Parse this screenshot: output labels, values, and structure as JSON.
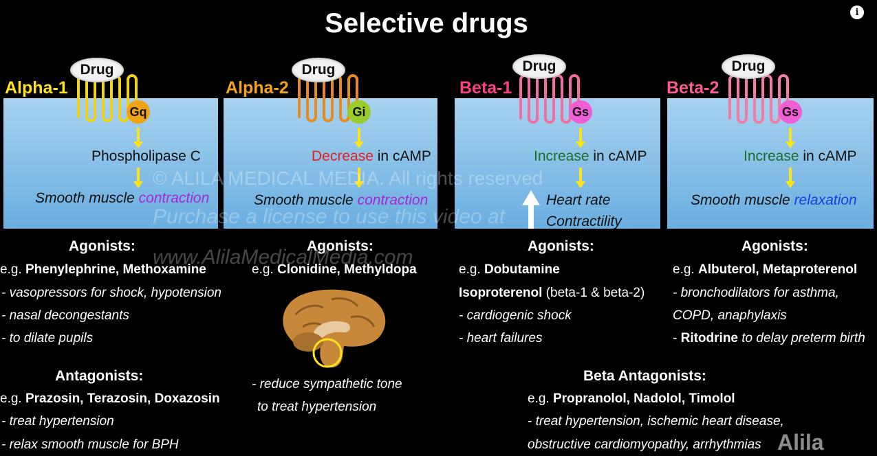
{
  "title": "Selective drugs",
  "watermark": {
    "line1": "© ALILA MEDICAL MEDIA. All rights reserved",
    "line2": "Purchase a license to use this video at",
    "line3": "www.AlilaMedicalMedia.com",
    "brand": "Alila"
  },
  "receptors": [
    {
      "label": "Alpha-1",
      "drug": "Drug",
      "gprotein": "Gq",
      "step1": "Phospholipase C",
      "step2a": "Smooth muscle ",
      "step2b": "contraction",
      "label_color": "#ffe21a",
      "coil_color": "#f0d21c",
      "g_color": "#f1a316"
    },
    {
      "label": "Alpha-2",
      "drug": "Drug",
      "gprotein": "Gi",
      "step1a": "Decrease",
      "step1b": " in cAMP",
      "step2a": "Smooth muscle ",
      "step2b": "contraction",
      "label_color": "#f7a21c",
      "coil_color": "#e98b1b",
      "g_color": "#9ccb2c"
    },
    {
      "label": "Beta-1",
      "drug": "Drug",
      "gprotein": "Gs",
      "step1a": "Increase",
      "step1b": " in cAMP",
      "step2a": "Heart rate",
      "step2b": "Contractility",
      "label_color": "#ff3f86",
      "coil_color": "#f26ea2",
      "g_color": "#f05ed6"
    },
    {
      "label": "Beta-2",
      "drug": "Drug",
      "gprotein": "Gs",
      "step1a": "Increase",
      "step1b": " in cAMP",
      "step2a": "Smooth muscle ",
      "step2b": "relaxation",
      "label_color": "#ff5a8e",
      "coil_color": "#f57ba7",
      "g_color": "#f05ed6"
    }
  ],
  "col1": {
    "agonists_header": "Agonists:",
    "agonists_eg": "e.g. ",
    "agonists_names": "Phenylephrine, Methoxamine",
    "agonists_uses": [
      "- vasopressors for shock, hypotension",
      "- nasal decongestants",
      "- to dilate pupils"
    ],
    "antagonists_header": "Antagonists:",
    "antagonists_eg": "e.g. ",
    "antagonists_names": "Prazosin, Terazosin, Doxazosin",
    "antagonists_uses": [
      "- treat hypertension",
      "- relax smooth muscle for BPH"
    ]
  },
  "col2": {
    "agonists_header": "Agonists:",
    "agonists_eg": "e.g. ",
    "agonists_names": "Clonidine, Methyldopa",
    "uses": [
      "- reduce sympathetic tone",
      "to treat hypertension"
    ]
  },
  "col3": {
    "agonists_header": "Agonists:",
    "agonists_eg": "e.g. ",
    "agonists_name1": "Dobutamine",
    "agonists_name2": "Isoproterenol",
    "agonists_name2_note": " (beta-1 & beta-2)",
    "agonists_uses": [
      "- cardiogenic shock",
      "- heart failures"
    ],
    "beta_antagonists_header": "Beta Antagonists:",
    "beta_antagonists_eg": "e.g. ",
    "beta_antagonists_names": "Propranolol, Nadolol, Timolol",
    "beta_antagonists_uses": [
      "- treat hypertension, ischemic heart disease,",
      "obstructive cardiomyopathy, arrhythmias"
    ]
  },
  "col4": {
    "agonists_header": "Agonists:",
    "agonists_eg": "e.g. ",
    "agonists_names": "Albuterol, Metaproterenol",
    "agonists_uses": [
      "- bronchodilators for asthma,",
      "COPD, anaphylaxis"
    ],
    "ritodrine_prefix": "- ",
    "ritodrine_name": "Ritodrine",
    "ritodrine_use": " to delay preterm birth"
  },
  "icons": {
    "info": "info-icon",
    "brain": "brain-icon",
    "up_arrow": "up-arrow-icon"
  }
}
